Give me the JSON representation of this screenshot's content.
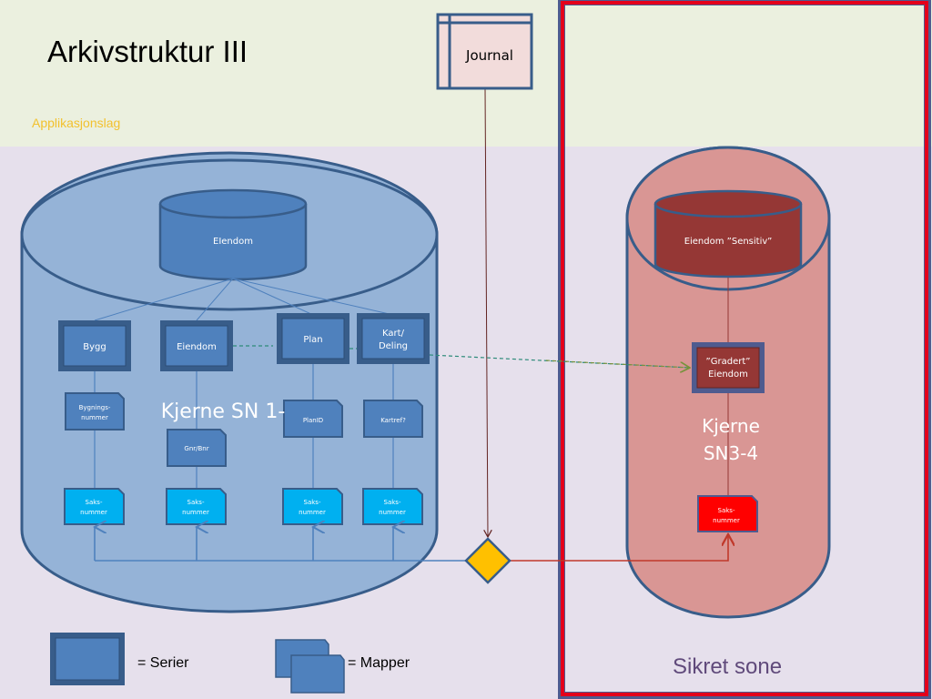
{
  "title": "Arkivstruktur III",
  "layer_label": "Applikasjonslag",
  "journal": {
    "label": "Journal"
  },
  "left_core": {
    "label": "Kjerne SN 1-",
    "database": "EIendom",
    "series": [
      {
        "label": "Bygg"
      },
      {
        "label": "Eiendom"
      },
      {
        "label": "Plan"
      },
      {
        "label_line1": "Kart/",
        "label_line2": "Deling"
      }
    ],
    "folders": [
      {
        "line1": "Bygnings-",
        "line2": "nummer"
      },
      {
        "line1": "Gnr/Bnr"
      },
      {
        "line1": "PlanID"
      },
      {
        "line1": "Kartref?"
      }
    ],
    "case_numbers": [
      {
        "line1": "Saks-",
        "line2": "nummer"
      },
      {
        "line1": "Saks-",
        "line2": "nummer"
      },
      {
        "line1": "Saks-",
        "line2": "nummer"
      },
      {
        "line1": "Saks-",
        "line2": "nummer"
      }
    ]
  },
  "right_core": {
    "label_line1": "Kjerne",
    "label_line2": "SN3-4",
    "database": "Eiendom ”Sensitiv”",
    "series": {
      "line1": "”Gradert”",
      "line2": "Eiendom"
    },
    "case_number": {
      "line1": "Saks-",
      "line2": "nummer"
    }
  },
  "secure_zone": {
    "label": "Sikret sone"
  },
  "legend": {
    "series_label": "= Serier",
    "folders_label": "= Mapper"
  },
  "colors": {
    "top_band": "#ebf0df",
    "bottom_band": "#e6e0ec",
    "core_blue": "#95b3d7",
    "node_blue": "#4f81bd",
    "node_border": "#385d8a",
    "case_cyan": "#00b0f0",
    "core_red": "#d99694",
    "db_red": "#953735",
    "case_red": "#ff0000",
    "zone_border": "#e4001b",
    "decision": "#ffc000",
    "zone_text": "#604a7b",
    "layer_text": "#f2c12e"
  }
}
